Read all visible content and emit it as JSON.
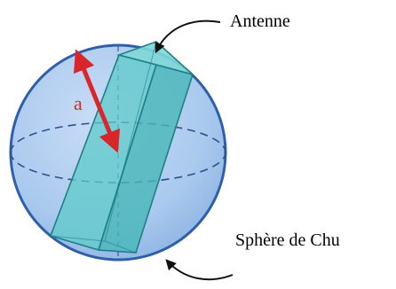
{
  "diagram": {
    "labels": {
      "antenna": "Antenne",
      "sphere": "Sphère de Chu",
      "radius": "a"
    },
    "colors": {
      "sphere_fill": "#a9c9ee",
      "sphere_stroke": "#2f5fa8",
      "antenna_fill": "#5ec9c9",
      "antenna_stroke": "#1f7f86",
      "radius_arrow": "#d8262a",
      "dashed_lines": "#2f4f8a",
      "label_text": "#000000"
    }
  }
}
